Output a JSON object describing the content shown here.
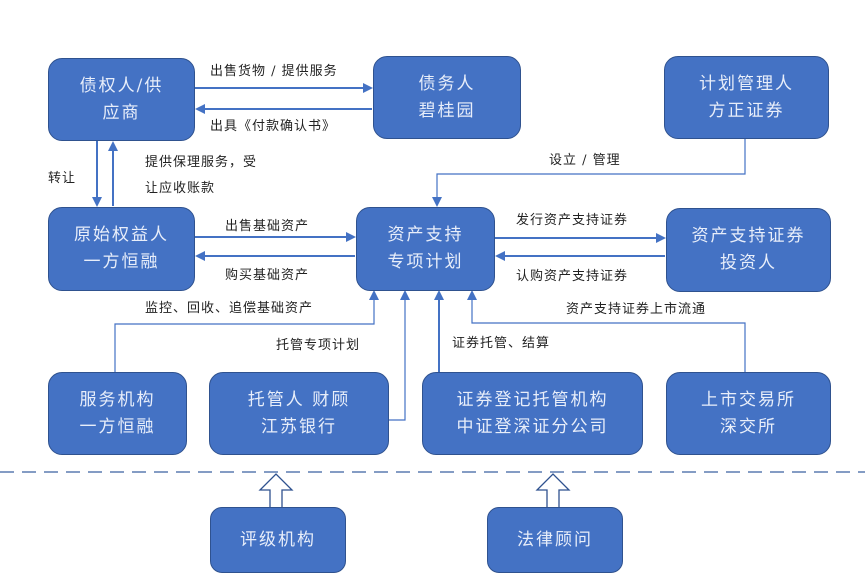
{
  "diagram": {
    "nodes": {
      "creditor": {
        "line1": "债权人/供",
        "line2": "应商"
      },
      "debtor": {
        "line1": "债务人",
        "line2": "碧桂园"
      },
      "plan_manager": {
        "line1": "计划管理人",
        "line2": "方正证券"
      },
      "originator": {
        "line1": "原始权益人",
        "line2": "一方恒融"
      },
      "spv": {
        "line1": "资产支持",
        "line2": "专项计划"
      },
      "investors": {
        "line1": "资产支持证券",
        "line2": "投资人"
      },
      "servicer": {
        "line1": "服务机构",
        "line2": "一方恒融"
      },
      "custodian": {
        "line1": "托管人 财顾",
        "line2": "江苏银行"
      },
      "registrar": {
        "line1": "证券登记托管机构",
        "line2": "中证登深证分公司"
      },
      "exchange": {
        "line1": "上市交易所",
        "line2": "深交所"
      },
      "rating_agency": {
        "line1": "评级机构"
      },
      "legal_counsel": {
        "line1": "法律顾问"
      }
    },
    "edges": {
      "sell_goods": "出售货物 / 提供服务",
      "payment_confirmation": "出具《付款确认书》",
      "transfer": "转让",
      "factoring_line1": "提供保理服务，受",
      "factoring_line2": "让应收账款",
      "establish_manage": "设立 / 管理",
      "sell_assets": "出售基础资产",
      "buy_assets": "购买基础资产",
      "issue_abs": "发行资产支持证券",
      "subscribe_abs": "认购资产支持证券",
      "monitor": "监控、回收、追偿基础资产",
      "custody_plan": "托管专项计划",
      "securities_custody": "证券托管、结算",
      "listing": "资产支持证券上市流通"
    },
    "colors": {
      "box_fill": "#4472c4",
      "box_border": "#2f528f",
      "box_text": "#e8eefa",
      "arrow": "#4472c4",
      "dashed_divider": "#5b7bb0"
    }
  }
}
